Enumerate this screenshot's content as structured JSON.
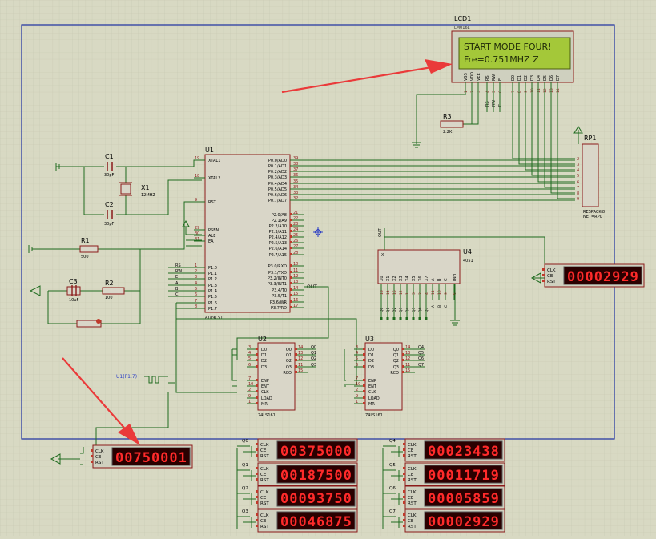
{
  "lcd": {
    "ref": "LCD1",
    "model": "LM016L",
    "line1": "START MODE FOUR!",
    "line2": "Fre=0.751MHZ Z",
    "pins": [
      "VSS",
      "VDD",
      "VEE",
      "RS",
      "RW",
      "E",
      "D0",
      "D1",
      "D2",
      "D3",
      "D4",
      "D5",
      "D6",
      "D7"
    ],
    "bus_labels": [
      "RS",
      "RW",
      "E"
    ]
  },
  "mcu": {
    "ref": "U1",
    "model": "AT89C51",
    "left_pins": [
      {
        "name": "XTAL1",
        "num": "19"
      },
      {
        "name": "XTAL2",
        "num": "18"
      },
      {
        "name": "RST",
        "num": "9"
      },
      {
        "name": "PSEN",
        "num": "29"
      },
      {
        "name": "ALE",
        "num": "30"
      },
      {
        "name": "EA",
        "num": "31"
      },
      {
        "name": "P1.0",
        "num": "1"
      },
      {
        "name": "P1.1",
        "num": "2"
      },
      {
        "name": "P1.2",
        "num": "3"
      },
      {
        "name": "P1.3",
        "num": "4"
      },
      {
        "name": "P1.4",
        "num": "5"
      },
      {
        "name": "P1.5",
        "num": "6"
      },
      {
        "name": "P1.6",
        "num": "7"
      },
      {
        "name": "P1.7",
        "num": "8"
      }
    ],
    "right_pins": [
      {
        "name": "P0.0/AD0",
        "num": "39"
      },
      {
        "name": "P0.1/AD1",
        "num": "38"
      },
      {
        "name": "P0.2/AD2",
        "num": "37"
      },
      {
        "name": "P0.3/AD3",
        "num": "36"
      },
      {
        "name": "P0.4/AD4",
        "num": "35"
      },
      {
        "name": "P0.5/AD5",
        "num": "34"
      },
      {
        "name": "P0.6/AD6",
        "num": "33"
      },
      {
        "name": "P0.7/AD7",
        "num": "32"
      },
      {
        "name": "P2.0/A8",
        "num": "21"
      },
      {
        "name": "P2.1/A9",
        "num": "22"
      },
      {
        "name": "P2.2/A10",
        "num": "23"
      },
      {
        "name": "P2.3/A11",
        "num": "24"
      },
      {
        "name": "P2.4/A12",
        "num": "25"
      },
      {
        "name": "P2.5/A13",
        "num": "26"
      },
      {
        "name": "P2.6/A14",
        "num": "27"
      },
      {
        "name": "P2.7/A15",
        "num": "28"
      },
      {
        "name": "P3.0/RXD",
        "num": "10"
      },
      {
        "name": "P3.1/TXD",
        "num": "11"
      },
      {
        "name": "P3.2/INT0",
        "num": "12"
      },
      {
        "name": "P3.3/INT1",
        "num": "13"
      },
      {
        "name": "P3.4/T0",
        "num": "14"
      },
      {
        "name": "P3.5/T1",
        "num": "15"
      },
      {
        "name": "P3.6/WR",
        "num": "16"
      },
      {
        "name": "P3.7/RD",
        "num": "17"
      }
    ],
    "port1_labels": [
      "RS",
      "RW",
      "E",
      "A",
      "B",
      "C"
    ],
    "out_label": "OUT"
  },
  "passives": {
    "c1": {
      "ref": "C1",
      "value": "30pF"
    },
    "c2": {
      "ref": "C2",
      "value": "30pF"
    },
    "x1": {
      "ref": "X1",
      "value": "12MHZ"
    },
    "r1": {
      "ref": "R1",
      "value": "500"
    },
    "r2": {
      "ref": "R2",
      "value": "100"
    },
    "r3": {
      "ref": "R3",
      "value": "2.2K"
    },
    "c3": {
      "ref": "C3",
      "value": "10uF"
    }
  },
  "respack": {
    "ref": "RP1",
    "model": "RESPACK-8",
    "net": "NET=RP0",
    "pins": [
      "2",
      "3",
      "4",
      "5",
      "6",
      "7",
      "8",
      "9"
    ]
  },
  "mux": {
    "ref": "U4",
    "model": "4051",
    "out_label": "OUT",
    "inputs": [
      "X0",
      "X1",
      "X2",
      "X3",
      "X4",
      "X5",
      "X6",
      "X7"
    ],
    "in_pins": [
      "13",
      "14",
      "15",
      "12",
      "1",
      "5",
      "2",
      "4"
    ],
    "ctrl": [
      "A",
      "B",
      "C",
      "INH"
    ],
    "ctrl_pins": [
      "11",
      "10",
      "9",
      "6"
    ],
    "bottom_labels": [
      "Q0",
      "Q1",
      "Q2",
      "Q3",
      "Q4",
      "Q5",
      "Q6",
      "Q7"
    ],
    "ctrl_labels": [
      "A",
      "B",
      "C"
    ],
    "x_label": "X"
  },
  "counters": [
    {
      "ref": "U2",
      "model": "74LS161",
      "left": [
        {
          "name": "D0",
          "num": "3"
        },
        {
          "name": "D1",
          "num": "4"
        },
        {
          "name": "D2",
          "num": "5"
        },
        {
          "name": "D3",
          "num": "6"
        },
        {
          "name": "ENP",
          "num": "7"
        },
        {
          "name": "ENT",
          "num": "10"
        },
        {
          "name": "CLK",
          "num": "2"
        },
        {
          "name": "LOAD",
          "num": "9"
        },
        {
          "name": "MR",
          "num": "1"
        }
      ],
      "right": [
        {
          "name": "Q0",
          "num": "14"
        },
        {
          "name": "Q1",
          "num": "13"
        },
        {
          "name": "Q2",
          "num": "12"
        },
        {
          "name": "Q3",
          "num": "11"
        },
        {
          "name": "RCO",
          "num": "15"
        }
      ],
      "out_labels": [
        "Q0",
        "Q1",
        "Q2",
        "Q3"
      ]
    },
    {
      "ref": "U3",
      "model": "74LS161",
      "left": [
        {
          "name": "D0",
          "num": "3"
        },
        {
          "name": "D1",
          "num": "4"
        },
        {
          "name": "D2",
          "num": "5"
        },
        {
          "name": "D3",
          "num": "6"
        },
        {
          "name": "ENP",
          "num": "7"
        },
        {
          "name": "ENT",
          "num": "10"
        },
        {
          "name": "CLK",
          "num": "2"
        },
        {
          "name": "LOAD",
          "num": "9"
        },
        {
          "name": "MR",
          "num": "1"
        }
      ],
      "right": [
        {
          "name": "Q0",
          "num": "14"
        },
        {
          "name": "Q1",
          "num": "13"
        },
        {
          "name": "Q2",
          "num": "12"
        },
        {
          "name": "Q3",
          "num": "11"
        },
        {
          "name": "RCO",
          "num": "15"
        }
      ],
      "out_labels": [
        "Q4",
        "Q5",
        "Q6",
        "Q7"
      ]
    }
  ],
  "probe": {
    "label": "U1(P1.7)"
  },
  "meter_pins": [
    "CLK",
    "CE",
    "RST"
  ],
  "meters": [
    {
      "id": "mux-out",
      "value": "00002929"
    },
    {
      "id": "p17",
      "value": "00750001"
    },
    {
      "id": "q0",
      "label": "Q0",
      "value": "00375000"
    },
    {
      "id": "q1",
      "label": "Q1",
      "value": "00187500"
    },
    {
      "id": "q2",
      "label": "Q2",
      "value": "00093750"
    },
    {
      "id": "q3",
      "label": "Q3",
      "value": "00046875"
    },
    {
      "id": "q4",
      "label": "Q4",
      "value": "00023438"
    },
    {
      "id": "q5",
      "label": "Q5",
      "value": "00011719"
    },
    {
      "id": "q6",
      "label": "Q6",
      "value": "00005859"
    },
    {
      "id": "q7",
      "label": "Q7",
      "value": "00002929"
    }
  ],
  "colors": {
    "wire": "#1f6b1f",
    "part": "#8b1a1a",
    "meter_bg": "#2a0000",
    "meter_digit": "#ff2a2a",
    "arrow": "#ea3a3a",
    "sheet": "#1c2fa0"
  }
}
